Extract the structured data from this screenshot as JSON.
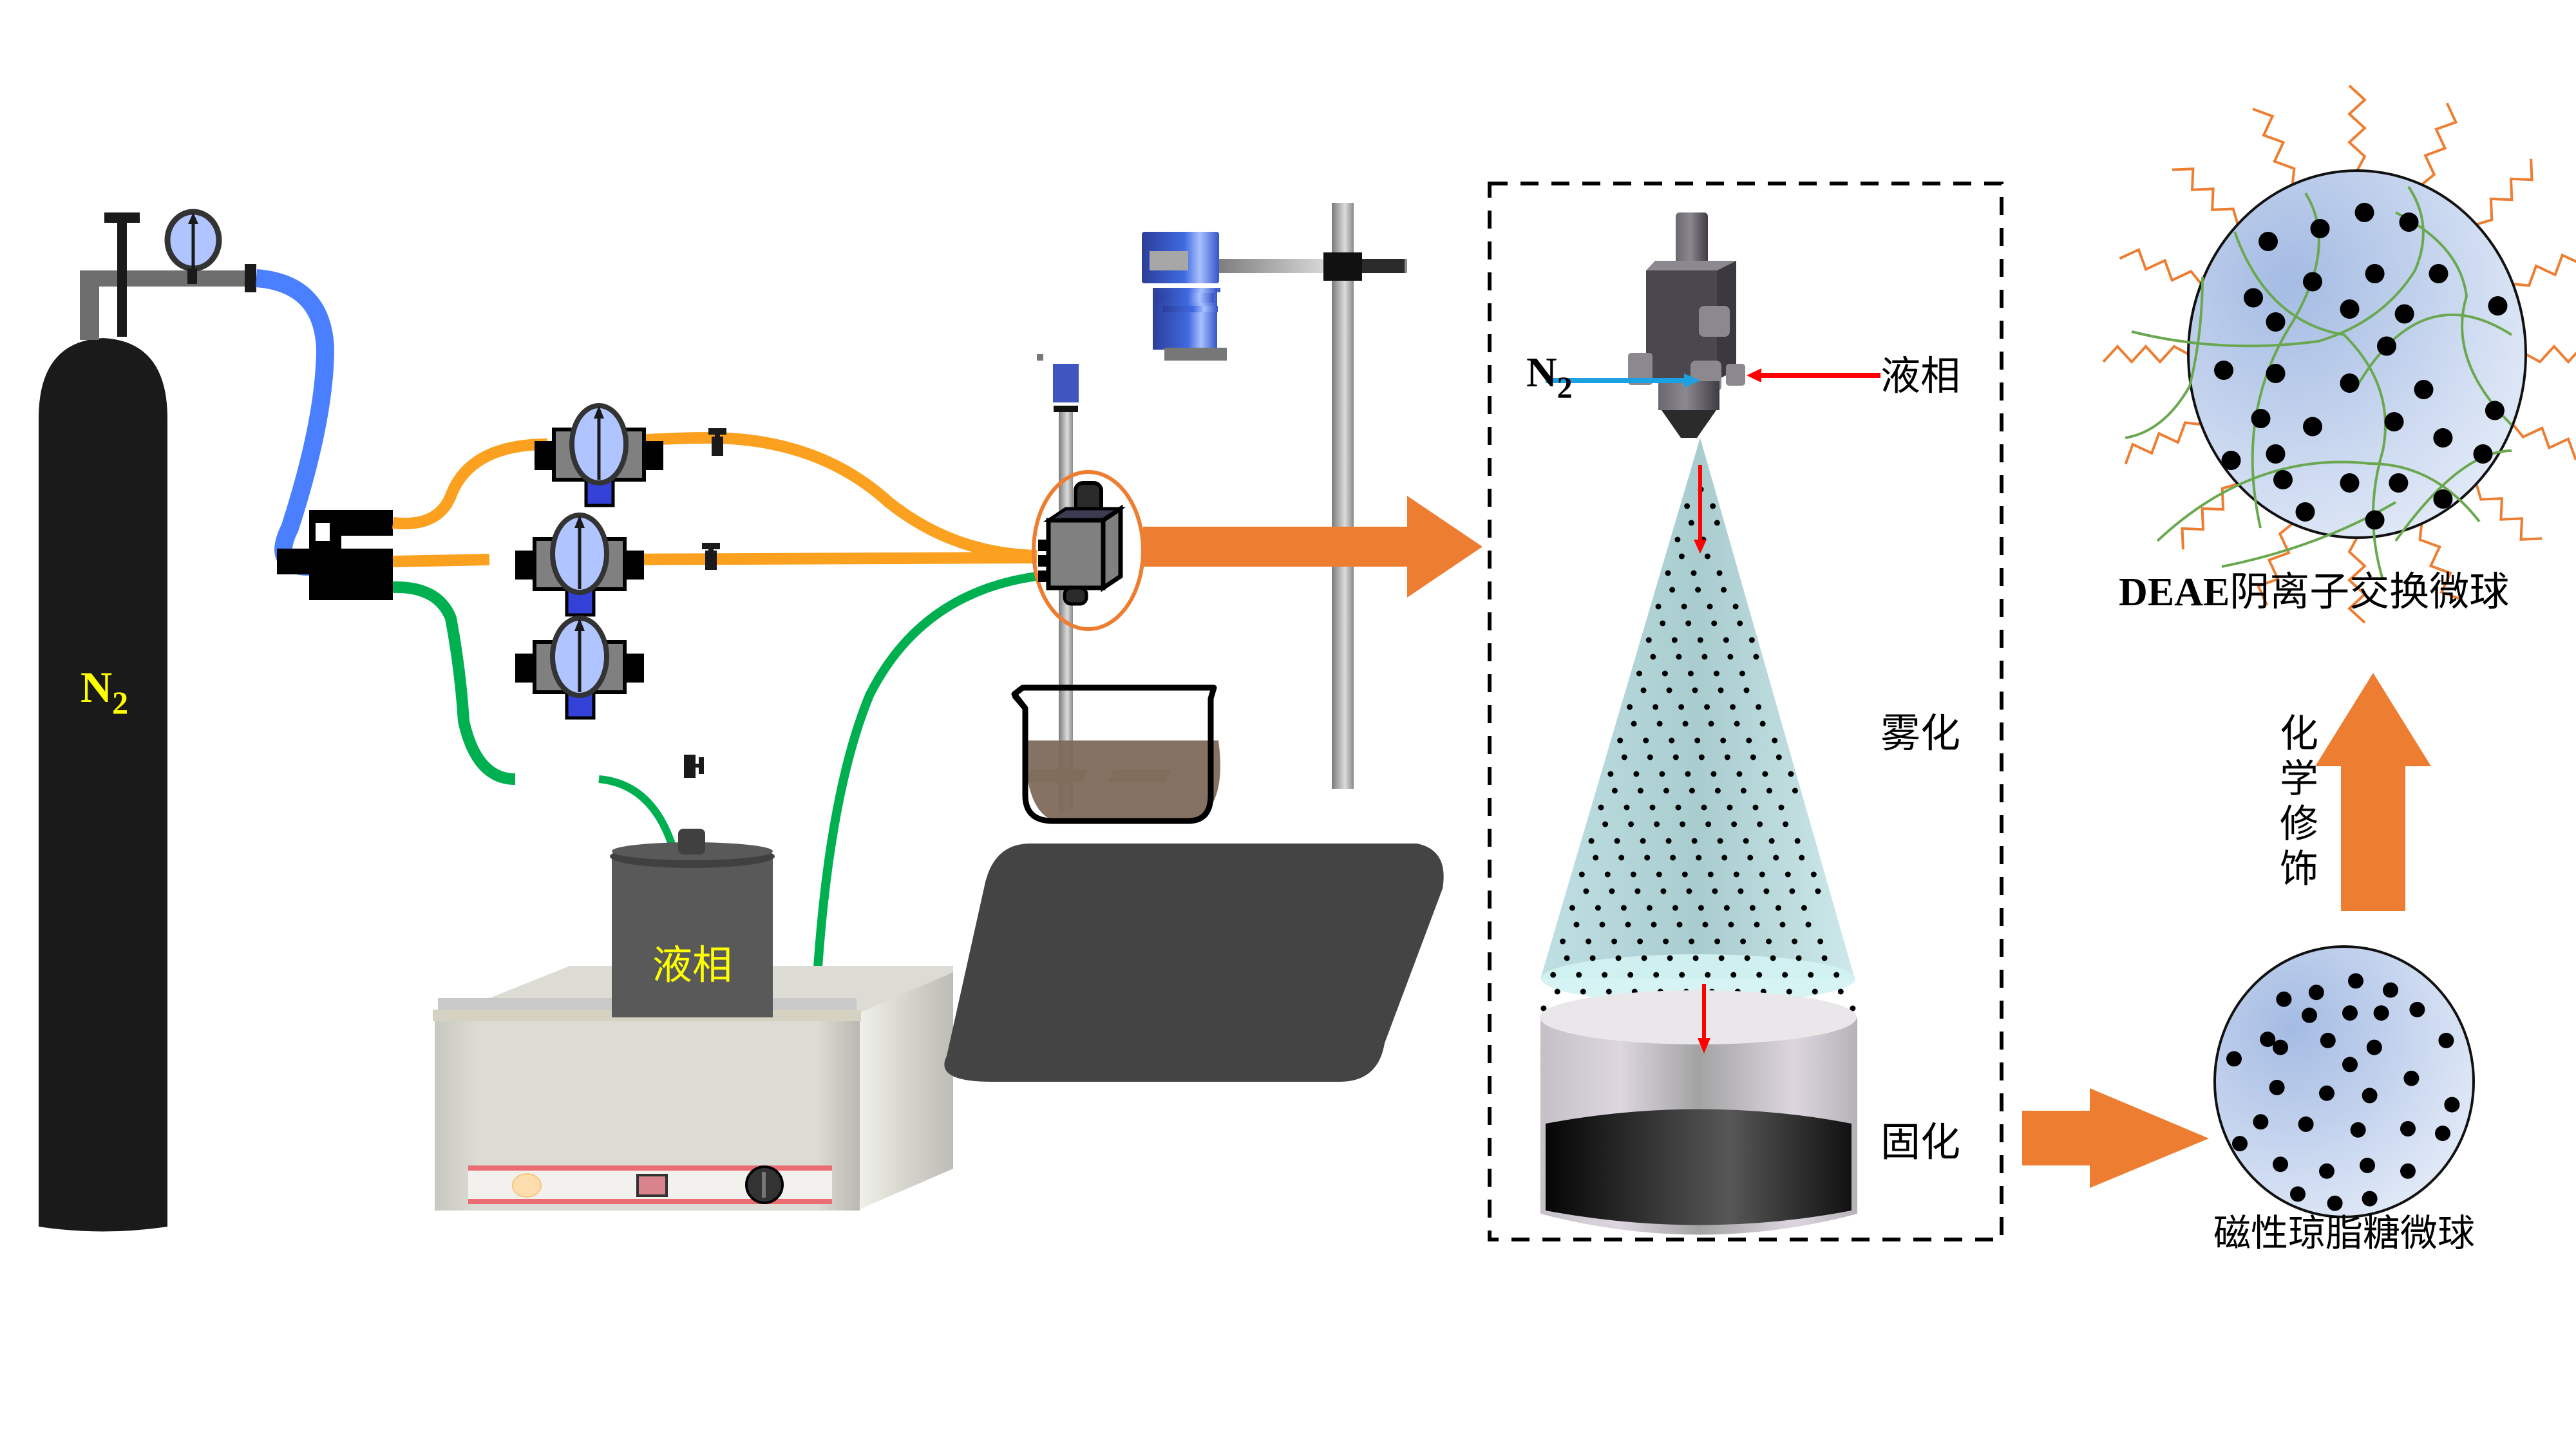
{
  "figure": {
    "type": "process-schematic",
    "description": "Spray atomization preparation of magnetic agarose microspheres and DEAE modification"
  },
  "labels": {
    "cylinder_gas": "N",
    "cylinder_gas_sub": "2",
    "reservoir": "液相",
    "nozzle_gas_in": "N",
    "nozzle_gas_in_sub": "2",
    "nozzle_liquid_in": "液相",
    "atomization": "雾化",
    "solidification": "固化",
    "magnetic_agarose_microsphere": "磁性琼脂糖微球",
    "chemical_modification": [
      "化",
      "学",
      "修",
      "饰"
    ],
    "deae_microsphere_prefix": "DEAE",
    "deae_microsphere_suffix": "阴离子交换微球"
  },
  "tubing": {
    "main_gas_line": {
      "color": "#4a80ff",
      "role": "N2 supply"
    },
    "gas_lines": {
      "color": "#fba11f",
      "count": 2
    },
    "liquid_lines": {
      "color": "#00b050",
      "count": 2
    }
  },
  "colors": {
    "arrow_orange": "#ed7d31",
    "cylinder": "#1a1a1a",
    "label_yellow": "#ffff00",
    "gauge_face": "#b0c4ff",
    "n2_arrow": "#1ba1e2",
    "liquid_arrow": "#ff0000",
    "spray_cone": "#c5e0e3",
    "microsphere_fill": "#a8bfe4",
    "polymer_chain": "#6aa84f",
    "ligand": "#ed7d31",
    "beaker_liquid": "#7e6a5a",
    "stand_base": "#444444",
    "heater_stripe": "#e96d73"
  },
  "stages": [
    {
      "id": "gas-supply",
      "text": "N2 cylinder with regulator"
    },
    {
      "id": "flow-control",
      "text": "three flow meters with valves"
    },
    {
      "id": "liquid-reservoir",
      "text": "液相 in water bath"
    },
    {
      "id": "nozzle",
      "text": "two-fluid nozzle with stirrer"
    },
    {
      "id": "atomization-solidification",
      "text": "雾化 → 固化"
    },
    {
      "id": "product",
      "text": "磁性琼脂糖微球 → DEAE阴离子交换微球"
    }
  ]
}
